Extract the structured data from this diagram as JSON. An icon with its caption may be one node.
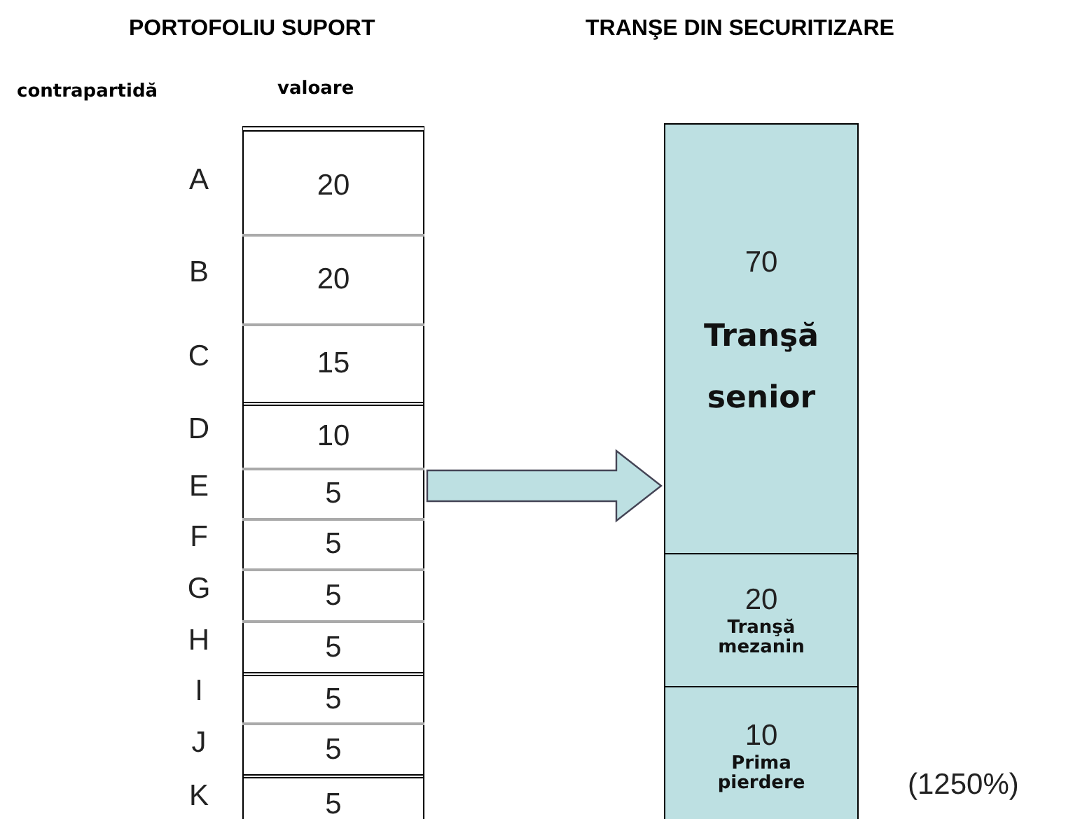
{
  "diagram": {
    "nodes": [
      {
        "text": [],
        "shape": "box"
      },
      {
        "text": [
          "20"
        ],
        "in": 0
      },
      {
        "text": [
          "20"
        ],
        "in": 0
      },
      {
        "text": [
          "15"
        ],
        "in": 0
      },
      {
        "text": [
          "10"
        ],
        "in": 0
      },
      {
        "text": [
          "5"
        ],
        "in": 0
      },
      {
        "text": [
          "5"
        ],
        "in": 0
      },
      {
        "text": [
          "5"
        ],
        "in": 0
      },
      {
        "text": [
          "5"
        ],
        "in": 0
      },
      {
        "text": [
          "5"
        ],
        "in": 0
      },
      {
        "text": [
          "5"
        ],
        "in": 0
      },
      {
        "text": [
          "5"
        ],
        "in": 0
      },
      {
        "text": [],
        "shape": "box"
      },
      {
        "text": [
          "70",
          "Tranşă senior"
        ],
        "in": 12
      },
      {
        "text": [
          "20",
          "Tranşă mezanin"
        ],
        "in": 12
      },
      {
        "text": [
          "10",
          "Prima pierdere"
        ],
        "in": 12,
        "beside": [
          "(1250%)"
        ]
      }
    ],
    "edges": [
      {
        "from": 0,
        "to": 12,
        "arrow": "to",
        "style": "thick"
      }
    ],
    "labels": [
      "PORTOFOLIU SUPORT",
      "TRANŞE DIN SECURITIZARE",
      "contrapartidă",
      "valoare",
      "A",
      "B",
      "C",
      "D",
      "E",
      "F",
      "G",
      "H",
      "I",
      "J",
      "K"
    ]
  }
}
